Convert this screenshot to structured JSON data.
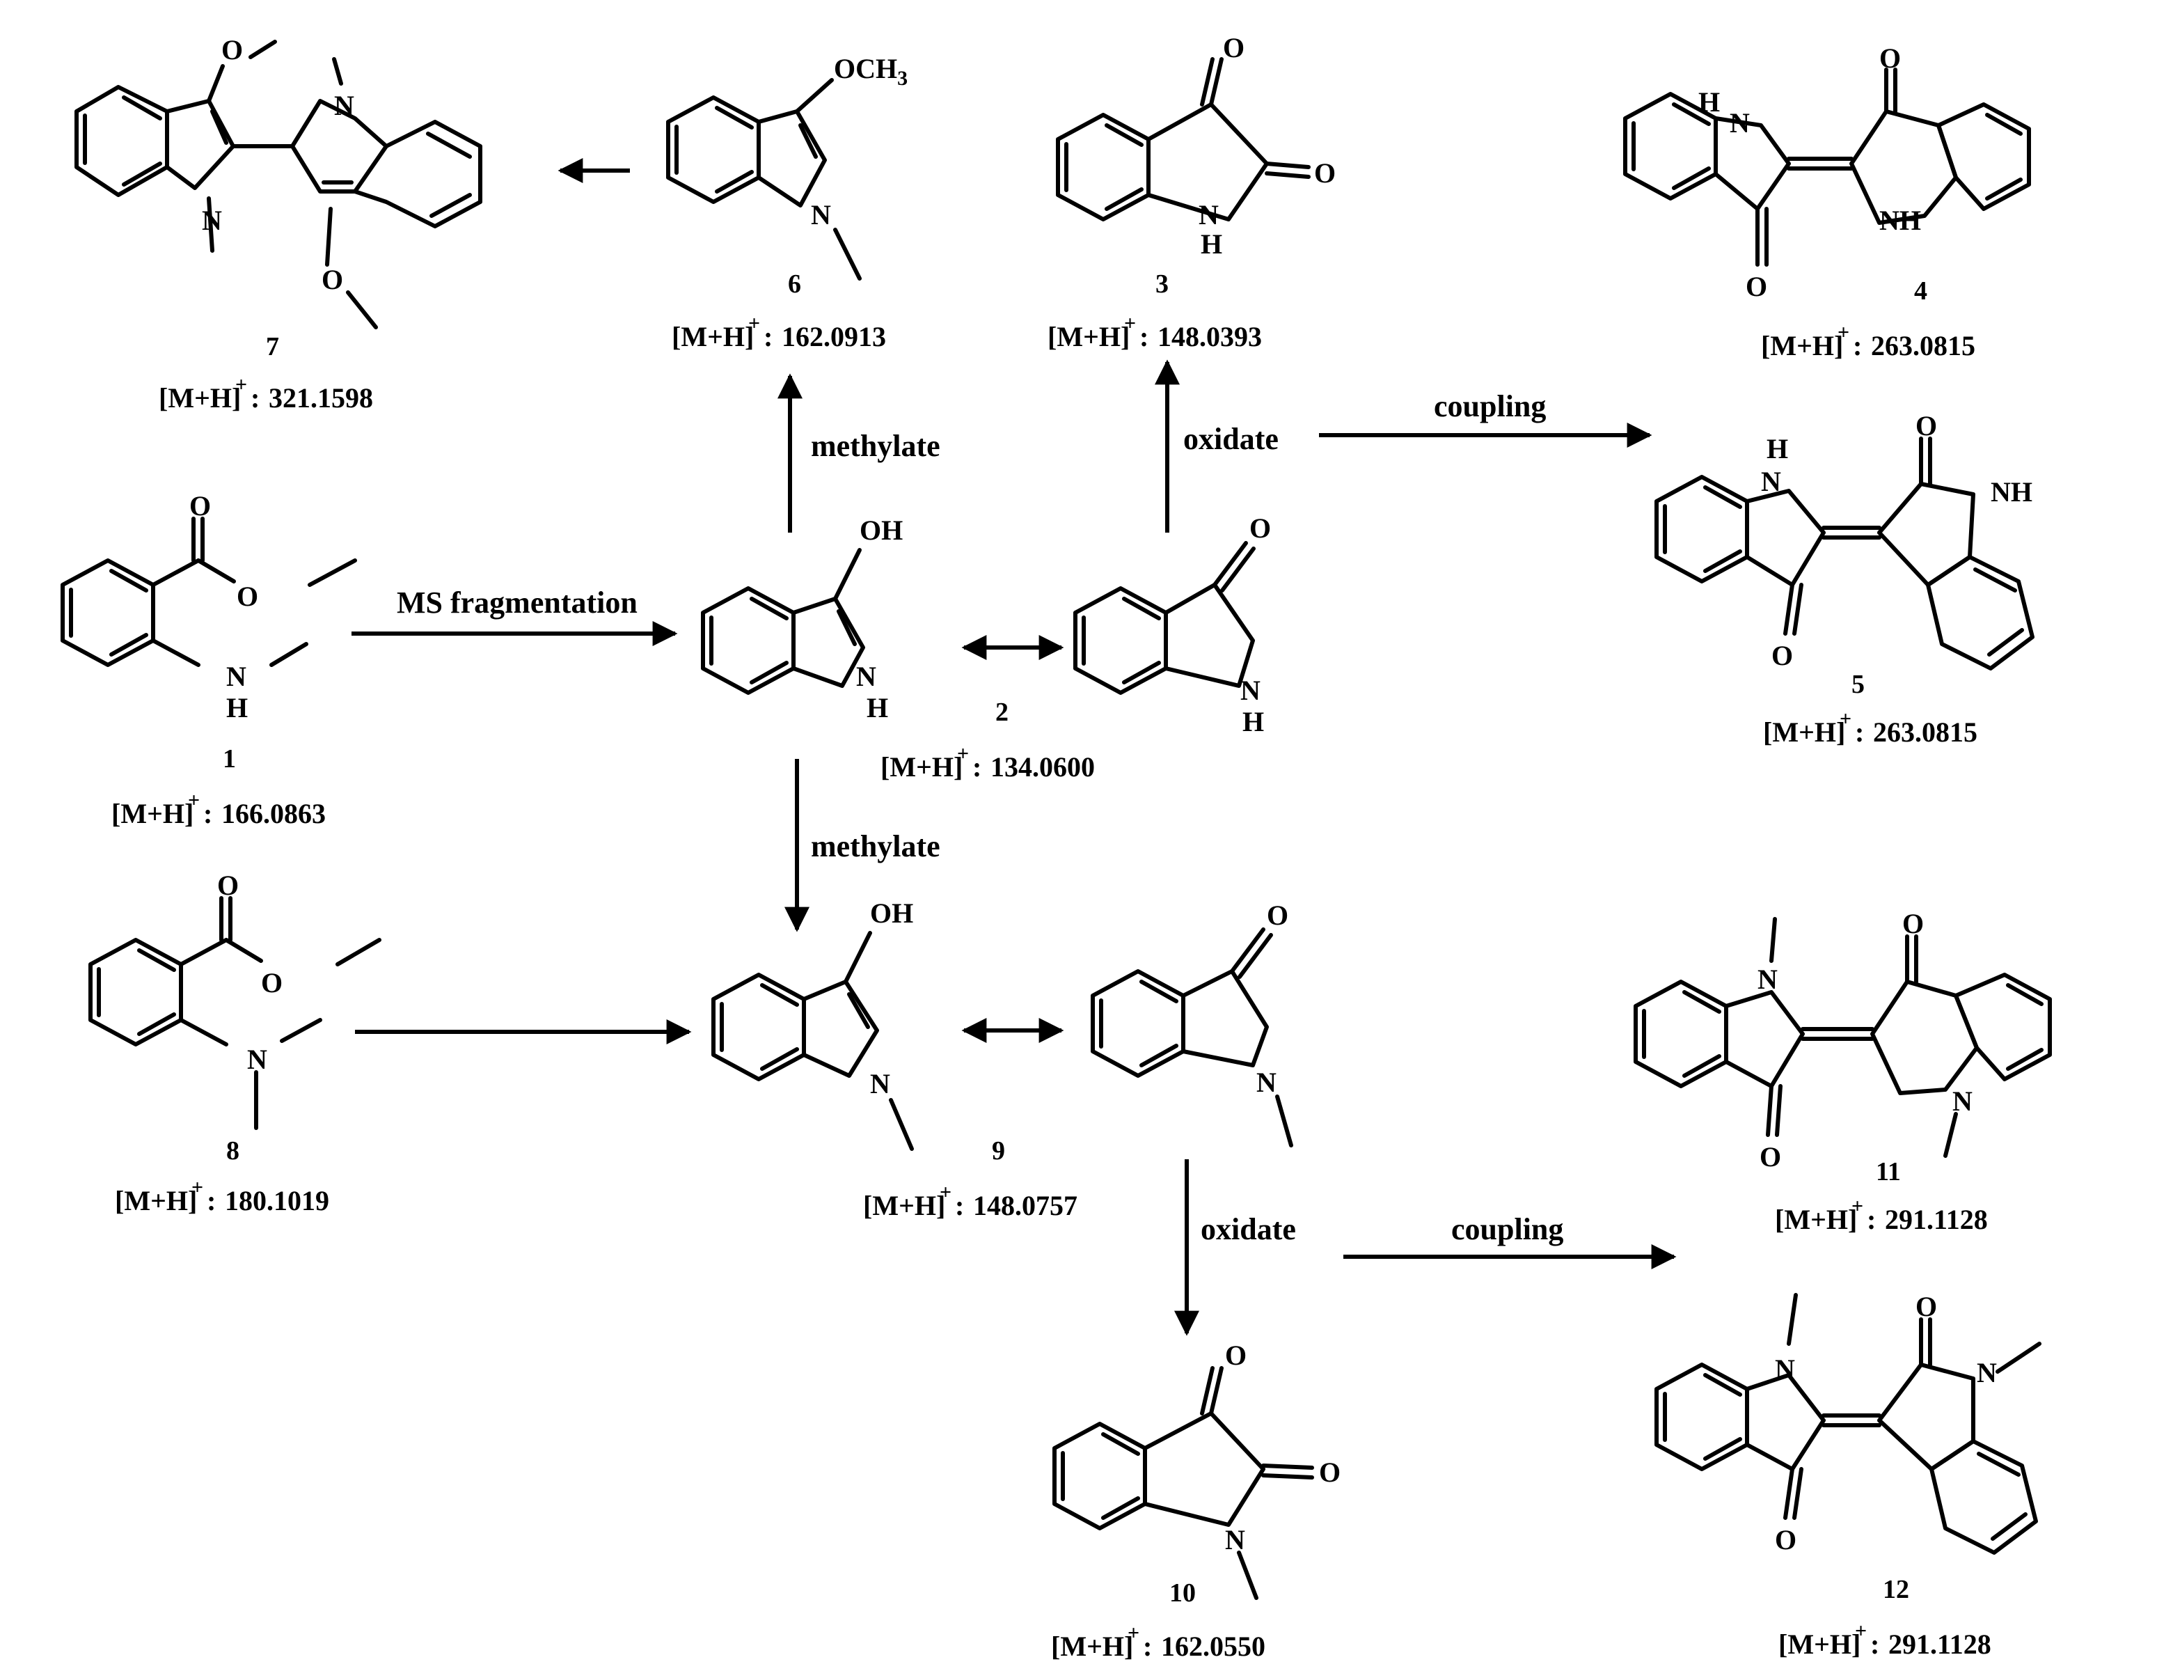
{
  "compounds": [
    {
      "id": "1",
      "mass": "166.0863",
      "atoms": {
        "o1": "O",
        "o2": "O",
        "n": "N",
        "h": "H"
      }
    },
    {
      "id": "2",
      "mass": "134.0600",
      "atoms": {
        "oh": "OH",
        "n": "N",
        "h": "H",
        "o": "O",
        "n2": "N",
        "h2": "H"
      }
    },
    {
      "id": "3",
      "mass": "148.0393",
      "atoms": {
        "o1": "O",
        "o2": "O",
        "n": "N",
        "h": "H"
      }
    },
    {
      "id": "4",
      "mass": "263.0815",
      "atoms": {
        "nh1": "H",
        "n1": "N",
        "o1": "O",
        "o2": "O",
        "nh2": "NH"
      }
    },
    {
      "id": "5",
      "mass": "263.0815",
      "atoms": {
        "h": "H",
        "n": "N",
        "o1": "O",
        "o2": "O",
        "nh": "NH"
      }
    },
    {
      "id": "6",
      "mass": "162.0913",
      "atoms": {
        "och": "OCH",
        "sub3": "3",
        "n": "N"
      }
    },
    {
      "id": "7",
      "mass": "321.1598",
      "atoms": {
        "o1": "O",
        "o2": "O",
        "n1": "N",
        "n2": "N"
      }
    },
    {
      "id": "8",
      "mass": "180.1019",
      "atoms": {
        "o1": "O",
        "o2": "O",
        "n": "N"
      }
    },
    {
      "id": "9",
      "mass": "148.0757",
      "atoms": {
        "oh": "OH",
        "n": "N",
        "o": "O",
        "n2": "N"
      }
    },
    {
      "id": "10",
      "mass": "162.0550",
      "atoms": {
        "o1": "O",
        "o2": "O",
        "n": "N"
      }
    },
    {
      "id": "11",
      "mass": "291.1128",
      "atoms": {
        "n1": "N",
        "o1": "O",
        "o2": "O",
        "n2": "N"
      }
    },
    {
      "id": "12",
      "mass": "291.1128",
      "atoms": {
        "n1": "N",
        "o1": "O",
        "o2": "O",
        "n2": "N"
      }
    }
  ],
  "ion_prefix": "[M+H]",
  "ion_sup": "+",
  "ion_sep": ":",
  "reactions": {
    "methylate_up": "methylate",
    "methylate_down": "methylate",
    "oxidate_up": "oxidate",
    "oxidate_down": "oxidate",
    "coupling_top": "coupling",
    "coupling_bottom": "coupling",
    "ms_fragmentation": "MS fragmentation"
  }
}
